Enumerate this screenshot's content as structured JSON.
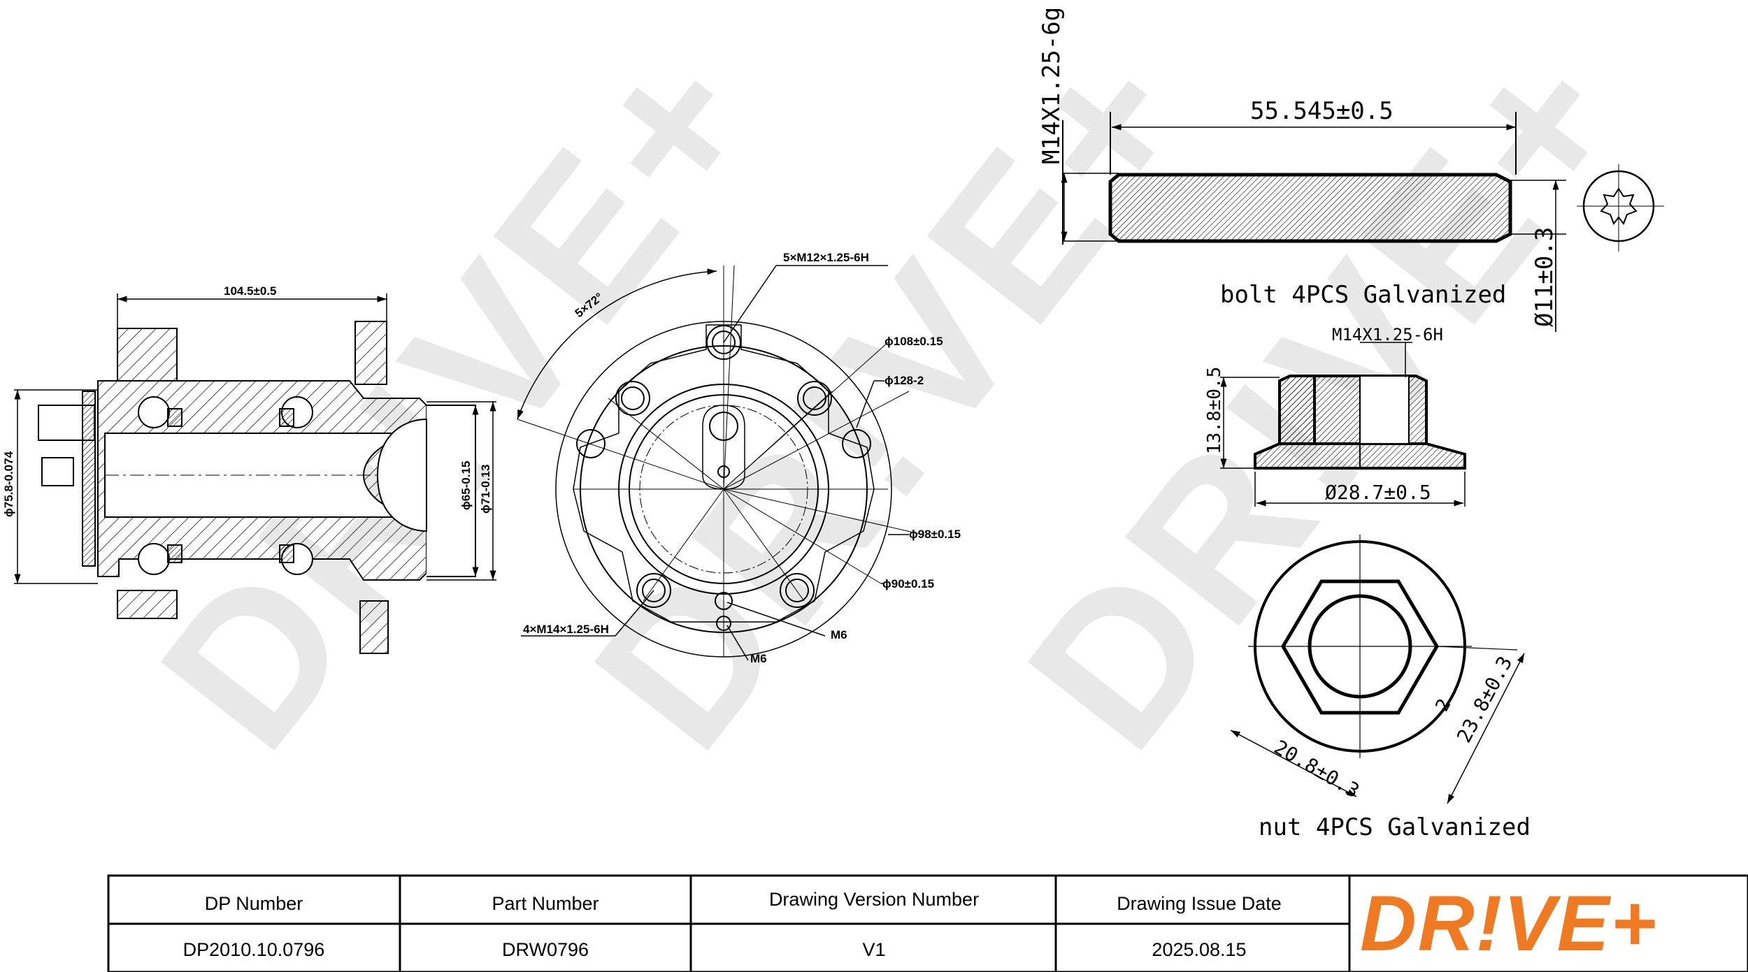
{
  "watermark": "DR!VE+",
  "hub_drawing": {
    "length": "104.5±0.5",
    "dia_outer": "ϕ75.8-0.074",
    "dia_65": "ϕ65-0.15",
    "dia_71": "ϕ71-0.13"
  },
  "flange_drawing": {
    "thread_top": "5×M12×1.25-6H",
    "angle": "5×72°",
    "pcd_108": "ϕ108±0.15",
    "pcd_128": "ϕ128-2",
    "dia_98": "ϕ98±0.15",
    "dia_90": "ϕ90±0.15",
    "thread_bottom": "4×M14×1.25-6H",
    "m6_a": "M6",
    "m6_b": "M6"
  },
  "bolt": {
    "thread": "M14X1.25-6g",
    "length": "55.545±0.5",
    "dia": "Ø11±0.3",
    "caption": "bolt 4PCS Galvanized"
  },
  "nut": {
    "thread": "M14X1.25-6H",
    "height": "13.8±0.5",
    "dia": "Ø28.7±0.5",
    "across_flats": "20.8±0.3",
    "across_corners": "23.8±0.3",
    "extra": "2",
    "caption": "nut 4PCS Galvanized"
  },
  "title_block": {
    "headers": [
      "DP Number",
      "Part Number",
      "Drawing Version Number",
      "Drawing Issue Date"
    ],
    "values": [
      "DP2010.10.0796",
      "DRW0796",
      "V1",
      "2025.08.15"
    ],
    "logo": "DR!VE+",
    "logo_color": "#ef7a22"
  }
}
